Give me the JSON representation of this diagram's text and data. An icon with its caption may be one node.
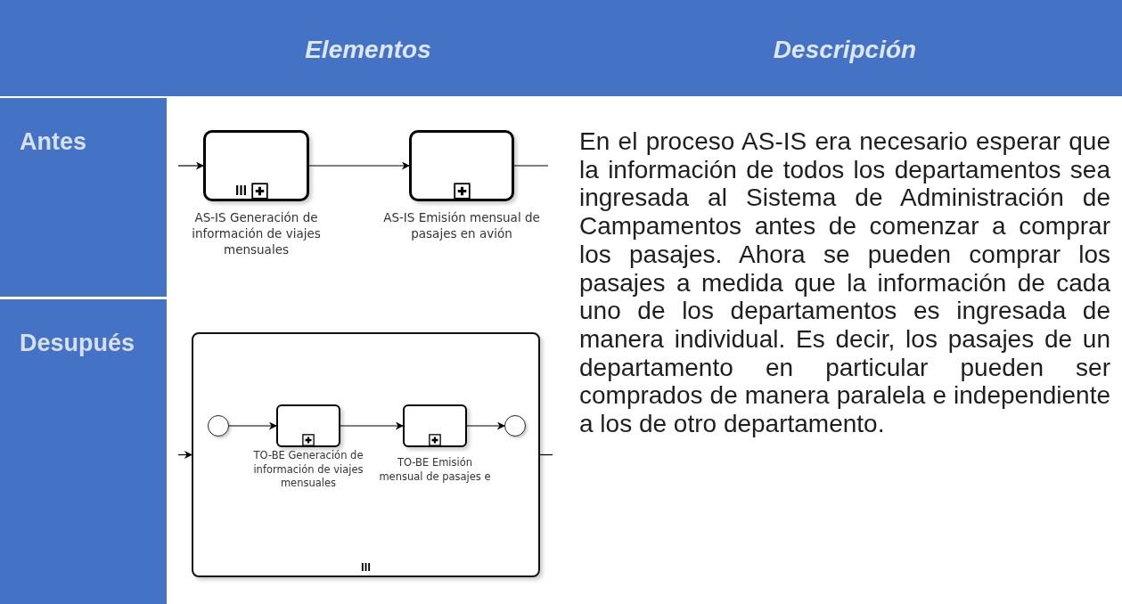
{
  "diagram": {
    "nodes": [
      {
        "text": [
          "AS-IS Generación de información de viajes mensuales"
        ]
      },
      {
        "text": [
          "AS-IS Emisión mensual de pasajes en avión"
        ]
      },
      {
        "text": [],
        "shape": "box"
      },
      {
        "text": [],
        "shape": "circle",
        "in": 2
      },
      {
        "text": [
          "TO-BE Generación de información de viajes mensuales"
        ],
        "in": 2
      },
      {
        "text": [
          "TO-BE Emisión mensual de pasajes e"
        ],
        "in": 2
      },
      {
        "text": [],
        "shape": "circle",
        "in": 2
      }
    ],
    "edges": [
      {
        "from": null,
        "to": 0,
        "arrow": "to"
      },
      {
        "from": 0,
        "to": 1,
        "arrow": "to"
      },
      {
        "from": 1,
        "to": null,
        "arrow": "none"
      },
      {
        "from": null,
        "to": 2,
        "arrow": "to"
      },
      {
        "from": 3,
        "to": 4,
        "arrow": "to"
      },
      {
        "from": 4,
        "to": 5,
        "arrow": "to"
      },
      {
        "from": 5,
        "to": 6,
        "arrow": "to"
      },
      {
        "from": 2,
        "to": null,
        "arrow": "none"
      }
    ],
    "labels": [
      "Elementos",
      "Descripción",
      "Antes",
      "En el proceso AS-IS era necesario esperar que la información de todos los departamentos sea ingresada al Sistema de Administración de Campamentos antes de comenzar a comprar los pasajes. Ahora se pueden comprar los pasajes a medida que la información de cada uno de los departamentos es ingresada de manera individual. Es decir, los pasajes de un departamento en particular pueden ser comprados de manera paralela e independiente a los de otro departamento.",
      "Desupués"
    ]
  }
}
